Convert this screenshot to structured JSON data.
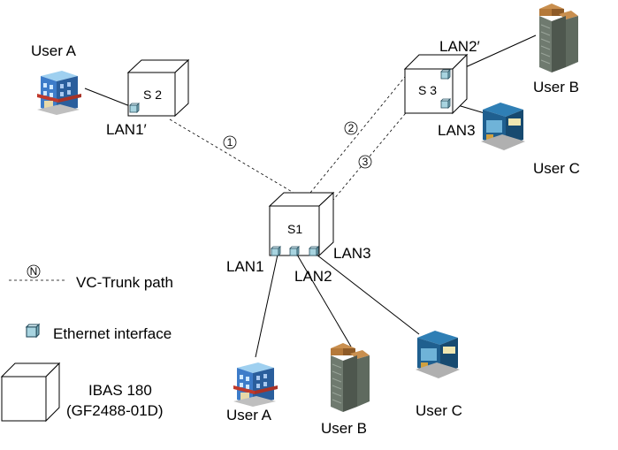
{
  "switches": {
    "s1": "S1",
    "s2": "S 2",
    "s3": "S 3"
  },
  "ports": {
    "lan1": "LAN1",
    "lan2": "LAN2",
    "lan3": "LAN3",
    "lan1_prime": "LAN1′",
    "lan2_prime": "LAN2′",
    "lan3_s3": "LAN3"
  },
  "users": {
    "a_top": "User A",
    "b_top": "User B",
    "c_top": "User C",
    "a_bottom": "User A",
    "b_bottom": "User B",
    "c_bottom": "User C"
  },
  "paths": {
    "p1": "1",
    "p2": "2",
    "p3": "3"
  },
  "legend": {
    "trunk_symbol": "N",
    "trunk_label": "VC-Trunk path",
    "ethernet_label": "Ethernet  interface",
    "device_line1": "IBAS 180",
    "device_line2": "(GF2488-01D)"
  },
  "colors": {
    "port_fill": "#a8d4e0",
    "port_stroke": "#2a5060",
    "building_blue": "#3d7cc9",
    "tower_gray": "#6f7a6f",
    "tower_roof": "#b5793a",
    "shop_blue": "#1f5f8f"
  }
}
